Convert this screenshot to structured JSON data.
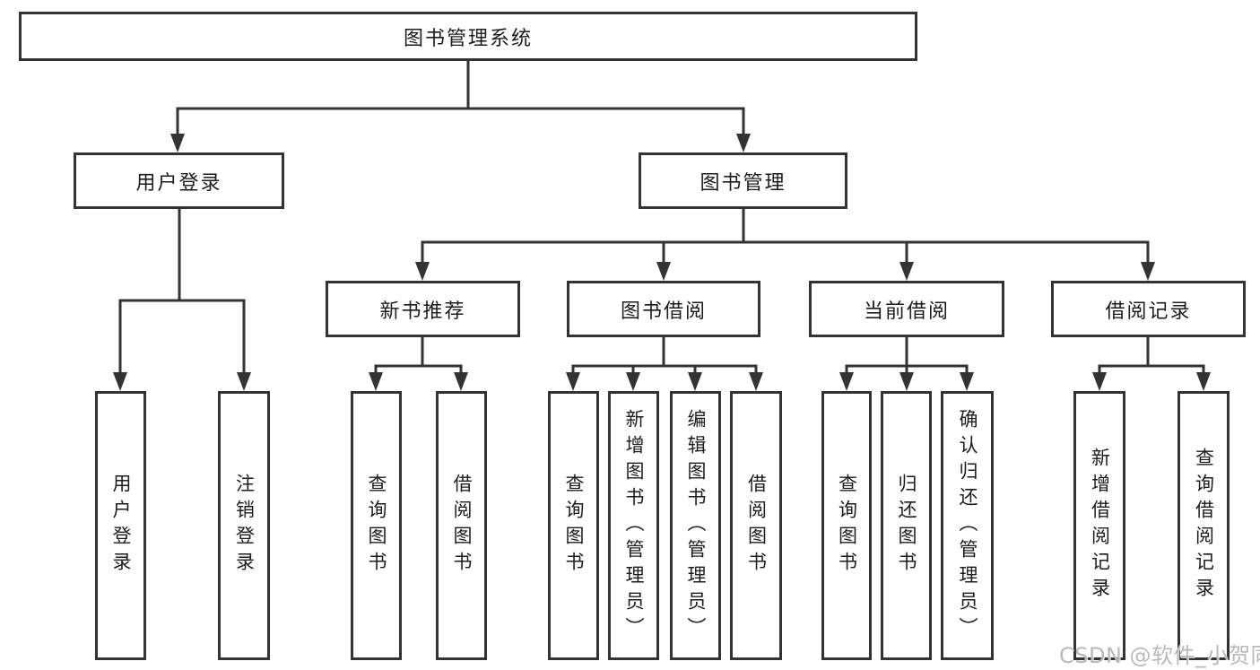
{
  "style": {
    "line_color": "#333333",
    "box_fill": "#ffffff",
    "text_color": "#1c1c1c",
    "watermark_color": "#b9b9b9"
  },
  "watermark": "CSDN @软件_小贺同学",
  "tree": {
    "label": "图书管理系统",
    "children": [
      {
        "label": "用户登录",
        "children": [
          {
            "label": "用户登录"
          },
          {
            "label": "注销登录"
          }
        ]
      },
      {
        "label": "图书管理",
        "children": [
          {
            "label": "新书推荐",
            "children": [
              {
                "label": "查询图书"
              },
              {
                "label": "借阅图书"
              }
            ]
          },
          {
            "label": "图书借阅",
            "children": [
              {
                "label": "查询图书"
              },
              {
                "label": "新增图书（管理员）"
              },
              {
                "label": "编辑图书（管理员）"
              },
              {
                "label": "借阅图书"
              }
            ]
          },
          {
            "label": "当前借阅",
            "children": [
              {
                "label": "查询图书"
              },
              {
                "label": "归还图书"
              },
              {
                "label": "确认归还（管理员）"
              }
            ]
          },
          {
            "label": "借阅记录",
            "children": [
              {
                "label": "新增借阅记录"
              },
              {
                "label": "查询借阅记录"
              }
            ]
          }
        ]
      }
    ]
  }
}
